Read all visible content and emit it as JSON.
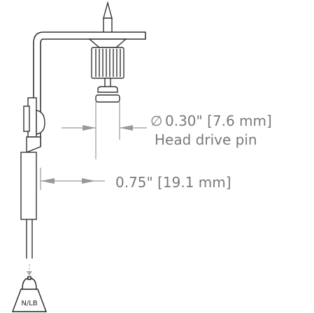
{
  "diagram": {
    "diameter_symbol": "∅",
    "pin_diameter": "0.30\" [7.6 mm]",
    "pin_label": "Head drive pin",
    "offset_dimension": "0.75\" [19.1 mm]",
    "weight_label": "N/LB"
  }
}
